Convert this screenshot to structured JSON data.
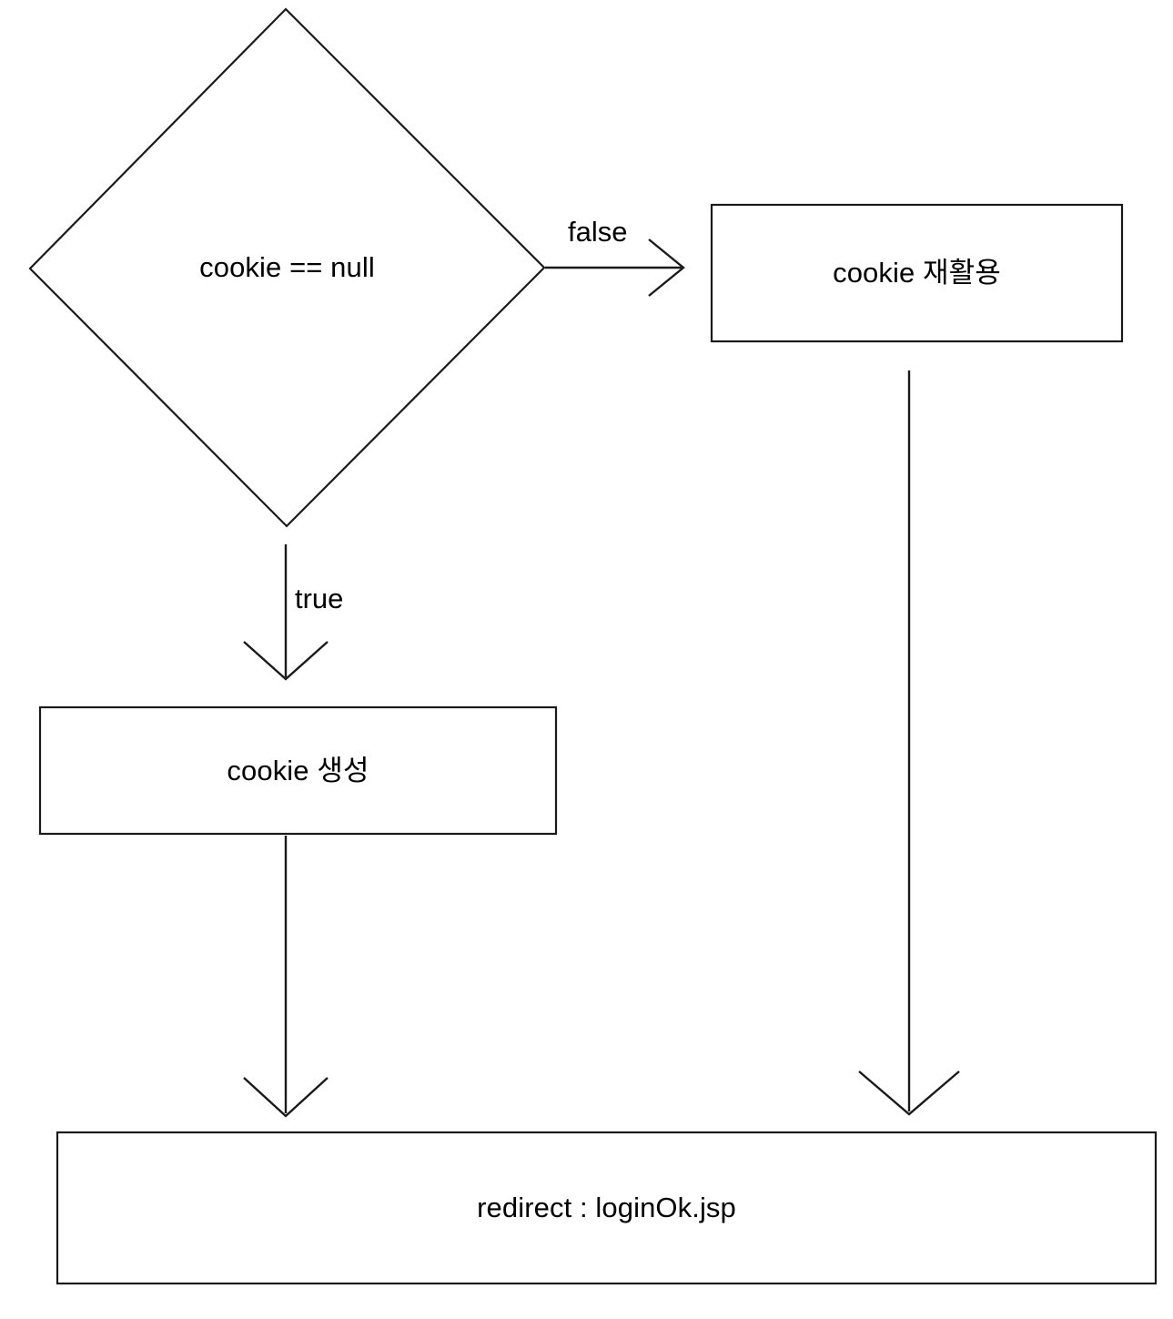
{
  "diagram": {
    "type": "flowchart",
    "title": "cookie null check flow",
    "background_color": "#ffffff",
    "stroke_color": "#1a1a1a",
    "text_color": "#000000",
    "nodes": [
      {
        "id": "decision",
        "shape": "diamond",
        "label": "cookie == null"
      },
      {
        "id": "reuse",
        "shape": "rectangle",
        "label": "cookie 재활용"
      },
      {
        "id": "create",
        "shape": "rectangle",
        "label": "cookie 생성"
      },
      {
        "id": "redirect",
        "shape": "rectangle",
        "label": "redirect : loginOk.jsp"
      }
    ],
    "edges": [
      {
        "id": "decision-to-reuse",
        "from": "decision",
        "to": "reuse",
        "label": "false",
        "direction": "right"
      },
      {
        "id": "decision-to-create",
        "from": "decision",
        "to": "create",
        "label": "true",
        "direction": "down"
      },
      {
        "id": "create-to-redirect",
        "from": "create",
        "to": "redirect",
        "label": "",
        "direction": "down"
      },
      {
        "id": "reuse-to-redirect",
        "from": "reuse",
        "to": "redirect",
        "label": "",
        "direction": "down"
      }
    ]
  }
}
